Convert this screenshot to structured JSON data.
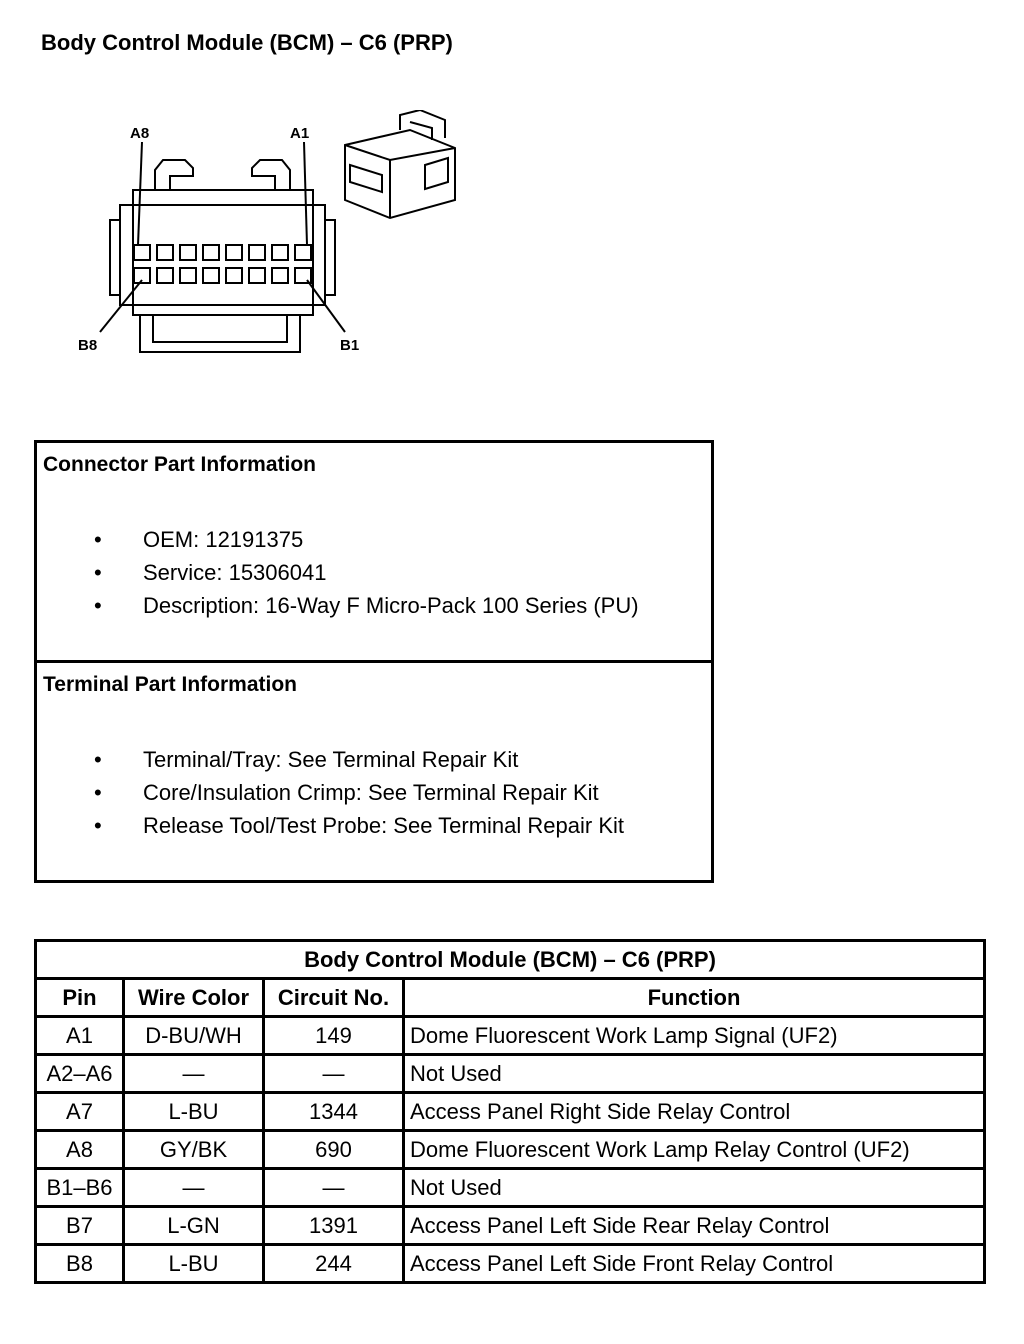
{
  "page_title": "Body Control Module (BCM) – C6 (PRP)",
  "connector_diagram": {
    "pin_labels": {
      "a8": "A8",
      "a1": "A1",
      "b8": "B8",
      "b1": "B1"
    }
  },
  "connector_part_info": {
    "heading": "Connector Part Information",
    "items": [
      "OEM: 12191375",
      "Service: 15306041",
      "Description: 16-Way F Micro-Pack 100 Series (PU)"
    ]
  },
  "terminal_part_info": {
    "heading": "Terminal Part Information",
    "items": [
      "Terminal/Tray: See Terminal Repair Kit",
      "Core/Insulation Crimp: See Terminal Repair Kit",
      "Release Tool/Test Probe: See Terminal Repair Kit"
    ]
  },
  "bullet_glyph": "•",
  "pin_table": {
    "title": "Body Control Module (BCM) – C6 (PRP)",
    "columns": [
      "Pin",
      "Wire Color",
      "Circuit No.",
      "Function"
    ],
    "rows": [
      [
        "A1",
        "D-BU/WH",
        "149",
        "Dome Fluorescent Work Lamp Signal (UF2)"
      ],
      [
        "A2–A6",
        "—",
        "—",
        "Not Used"
      ],
      [
        "A7",
        "L-BU",
        "1344",
        "Access Panel Right Side Relay Control"
      ],
      [
        "A8",
        "GY/BK",
        "690",
        "Dome Fluorescent Work Lamp Relay Control (UF2)"
      ],
      [
        "B1–B6",
        "—",
        "—",
        "Not Used"
      ],
      [
        "B7",
        "L-GN",
        "1391",
        "Access Panel Left Side Rear Relay Control"
      ],
      [
        "B8",
        "L-BU",
        "244",
        "Access Panel Left Side Front Relay Control"
      ]
    ]
  }
}
